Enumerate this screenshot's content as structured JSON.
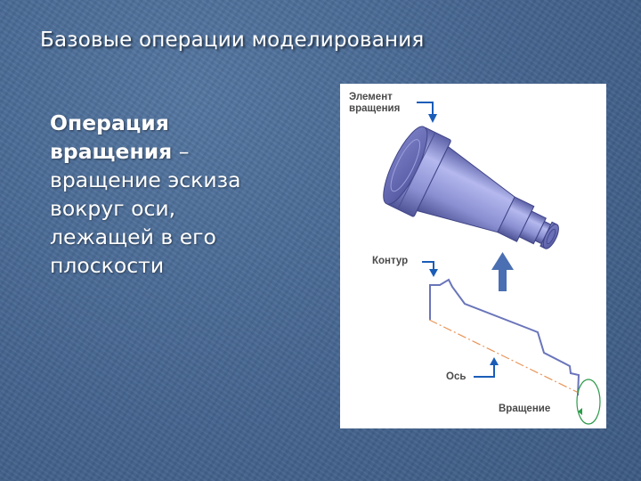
{
  "slide": {
    "title": "Базовые операции моделирования",
    "body": {
      "term_line1": "Операция",
      "term_line2": "вращения",
      "dash": " –",
      "def_lines": [
        "вращение эскиза",
        "вокруг оси,",
        "лежащей в его",
        "плоскости"
      ]
    }
  },
  "figure": {
    "labels": {
      "element_line1": "Элемент",
      "element_line2": "вращения",
      "contour": "Контур",
      "axis": "Ось",
      "rotation": "Вращение"
    },
    "colors": {
      "solid_body": "#8a8fd2",
      "arrow_blue": "#1a5db8",
      "up_arrow": "#4a6fb2",
      "profile_line": "#6a75ba",
      "axis_line": "#e8955a",
      "rotation_circle": "#2d9a4a"
    }
  }
}
